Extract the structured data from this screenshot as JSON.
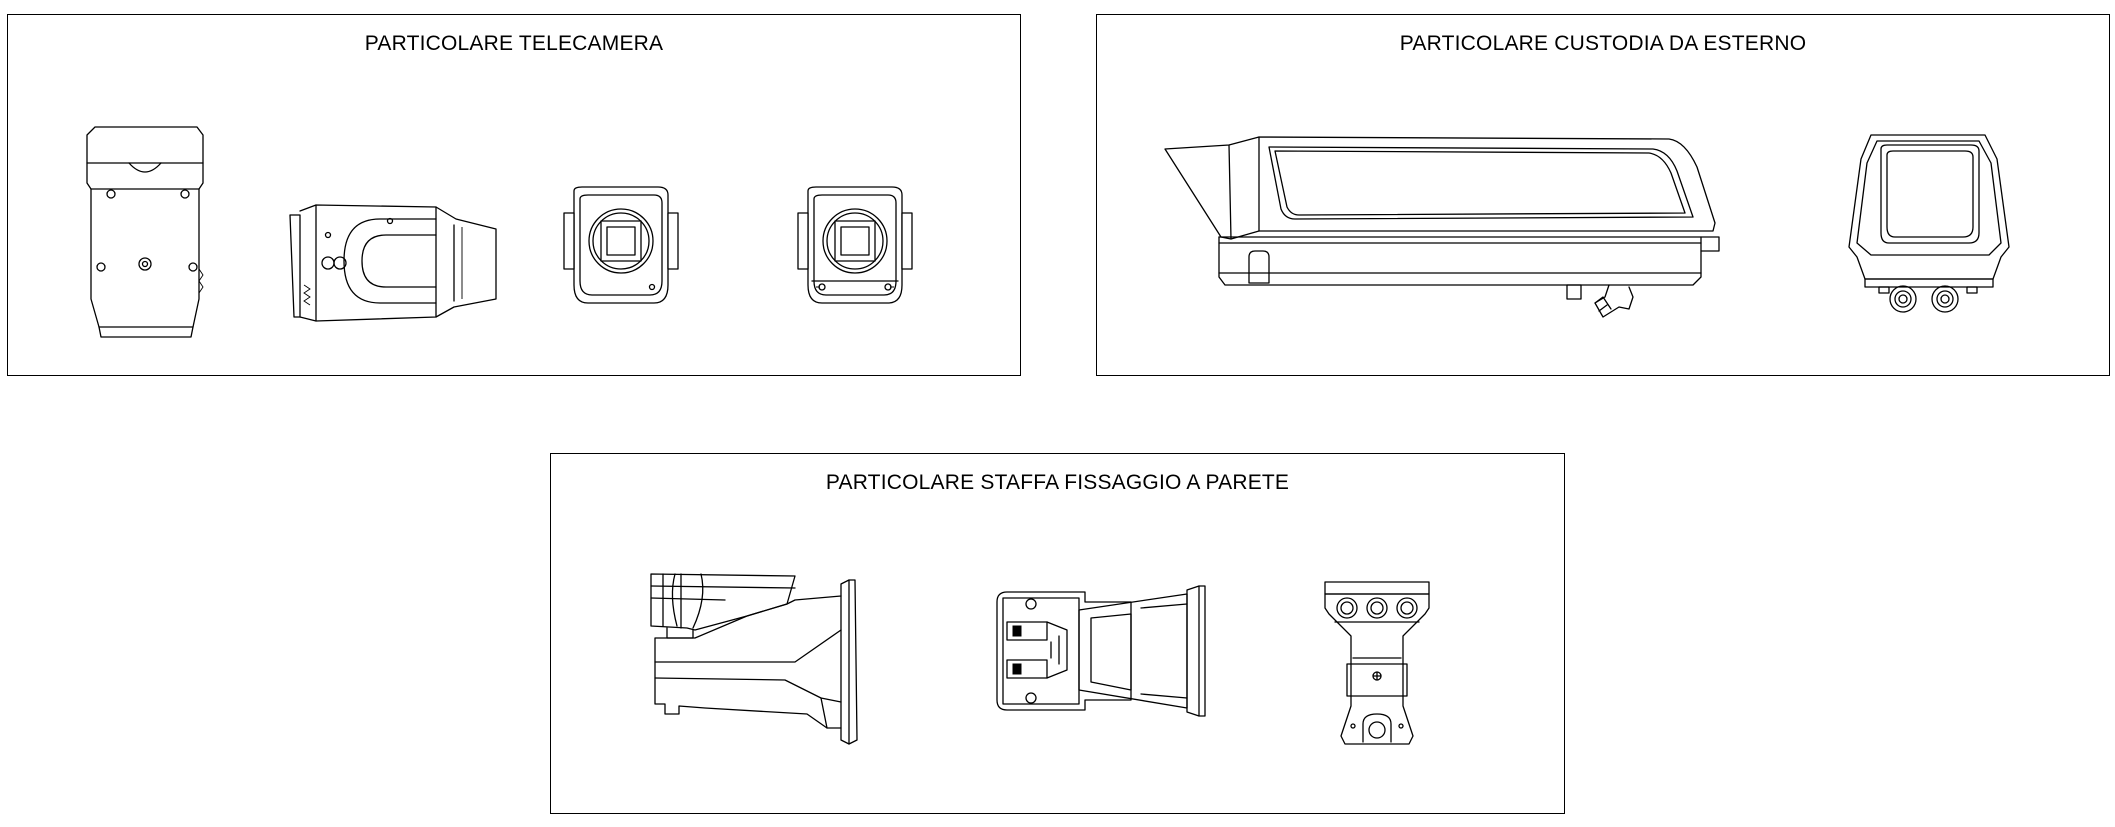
{
  "panels": {
    "camera": {
      "title": "PARTICOLARE TELECAMERA",
      "views": [
        "camera-top-view",
        "camera-side-view",
        "camera-front-view",
        "camera-rear-view"
      ]
    },
    "housing": {
      "title": "PARTICOLARE CUSTODIA DA ESTERNO",
      "views": [
        "housing-side-view",
        "housing-front-view"
      ]
    },
    "bracket": {
      "title": "PARTICOLARE STAFFA FISSAGGIO A PARETE",
      "views": [
        "bracket-side-view",
        "bracket-top-view",
        "bracket-front-view"
      ]
    }
  }
}
